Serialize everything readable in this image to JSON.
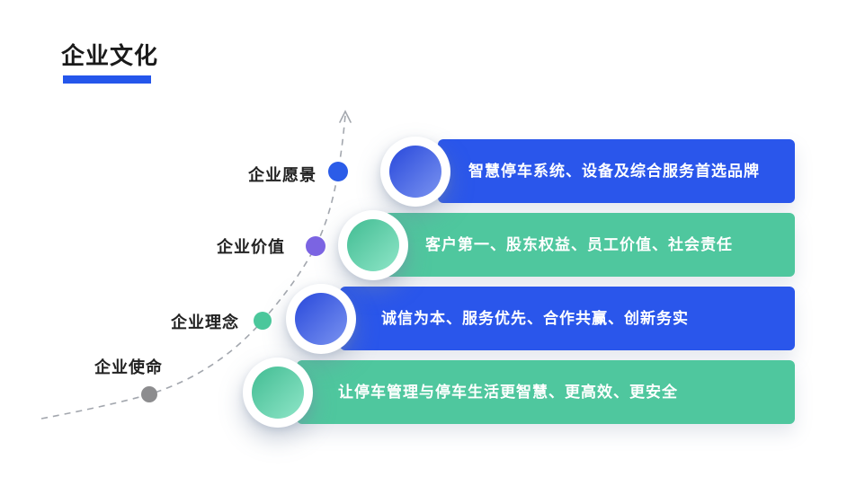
{
  "header": {
    "title": "企业文化"
  },
  "colors": {
    "accent": "#2456EB",
    "banner_blue": "#2A56EB",
    "banner_green": "#4FC79E",
    "title_text": "#1A1A1A",
    "label_text": "#222222",
    "curve": "#A3A7AE"
  },
  "icons": {
    "curve_arrow": "up-arrow-icon"
  },
  "rows": [
    {
      "label": "企业愿景",
      "text": "智慧停车系统、设备及综合服务首选品牌",
      "theme": "blue",
      "dot_color": "#2B5CE8"
    },
    {
      "label": "企业价值",
      "text": "客户第一、股东权益、员工价值、社会责任",
      "theme": "green",
      "dot_color": "#7B64E2"
    },
    {
      "label": "企业理念",
      "text": "诚信为本、服务优先、合作共赢、创新务实",
      "theme": "blue",
      "dot_color": "#4BC79B"
    },
    {
      "label": "企业使命",
      "text": "让停车管理与停车生活更智慧、更高效、更安全",
      "theme": "green",
      "dot_color": "#8C8C8E"
    }
  ]
}
